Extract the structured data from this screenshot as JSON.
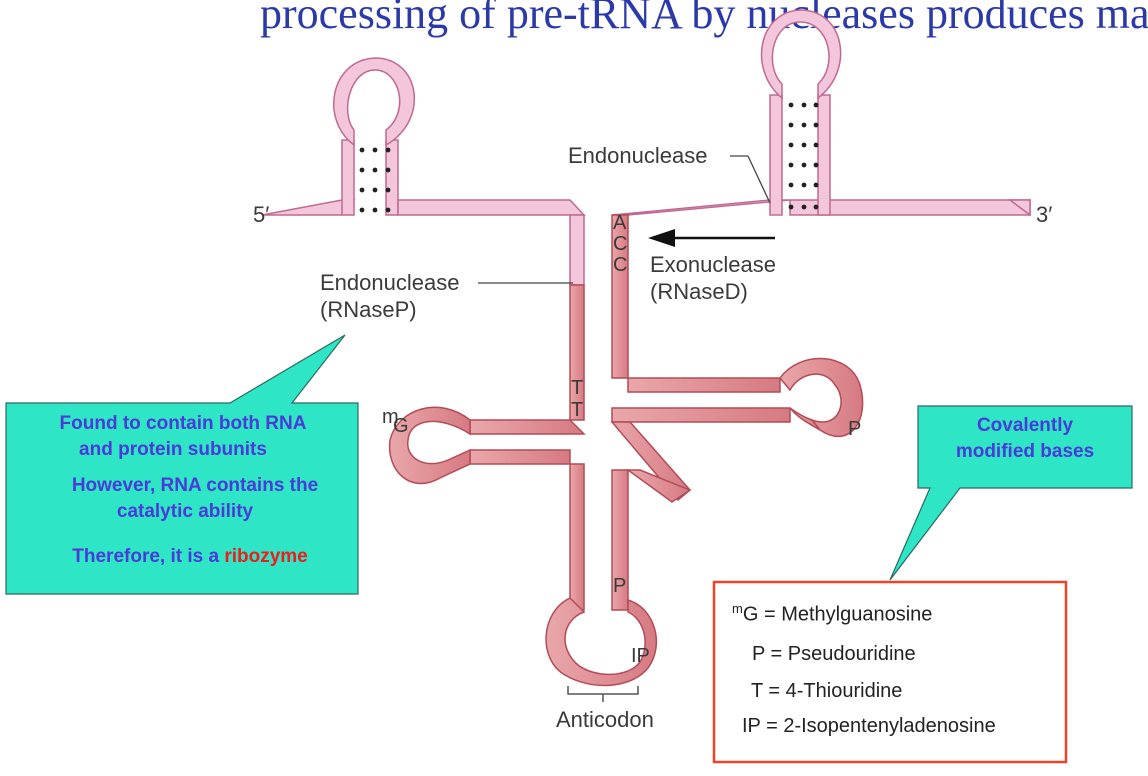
{
  "title_fragment": "processing of pre-tRNA by nucleases produces mature tRNA",
  "labels": {
    "five_prime": "5′",
    "three_prime": "3′",
    "endonuclease_top": "Endonuclease",
    "endonuclease_left": "Endonuclease",
    "rnasep": "(RNaseP)",
    "exonuclease": "Exonuclease",
    "rnased": "(RNaseD)",
    "anticodon": "Anticodon"
  },
  "bases": {
    "acc": [
      "A",
      "C",
      "C"
    ],
    "tt": [
      "T",
      "T"
    ],
    "mg_sup": "m",
    "mg": "G",
    "p_right": "P",
    "p_bottom": "P",
    "ip": "IP"
  },
  "callout_left": {
    "line1": "Found to contain both RNA",
    "line2": "and protein subunits",
    "line3": "However, RNA contains the",
    "line4": "catalytic ability",
    "line5_prefix": "Therefore, it is a ",
    "line5_highlight": "ribozyme"
  },
  "callout_right": {
    "line1": "Covalently",
    "line2": "modified bases"
  },
  "legend": [
    {
      "sup": "m",
      "symbol": "G",
      "meaning": " = Methylguanosine"
    },
    {
      "sup": "",
      "symbol": "P",
      "meaning": " = Pseudouridine"
    },
    {
      "sup": "",
      "symbol": "T",
      "meaning": " = 4-Thiouridine"
    },
    {
      "sup": "",
      "symbol": "IP",
      "meaning": " = 2-Isopentenyladenosine"
    }
  ],
  "colors": {
    "pre_rna_fill": "#f3c6dc",
    "pre_rna_stroke": "#c06a92",
    "mature_fill": "#e49b9f",
    "mature_stroke": "#b24c56",
    "callout_fill": "#2ee6c6",
    "callout_text": "#4a3ad8",
    "ribozyme": "#ee1c1c",
    "legend_border": "#ee4422",
    "title": "#2b3aa8"
  }
}
